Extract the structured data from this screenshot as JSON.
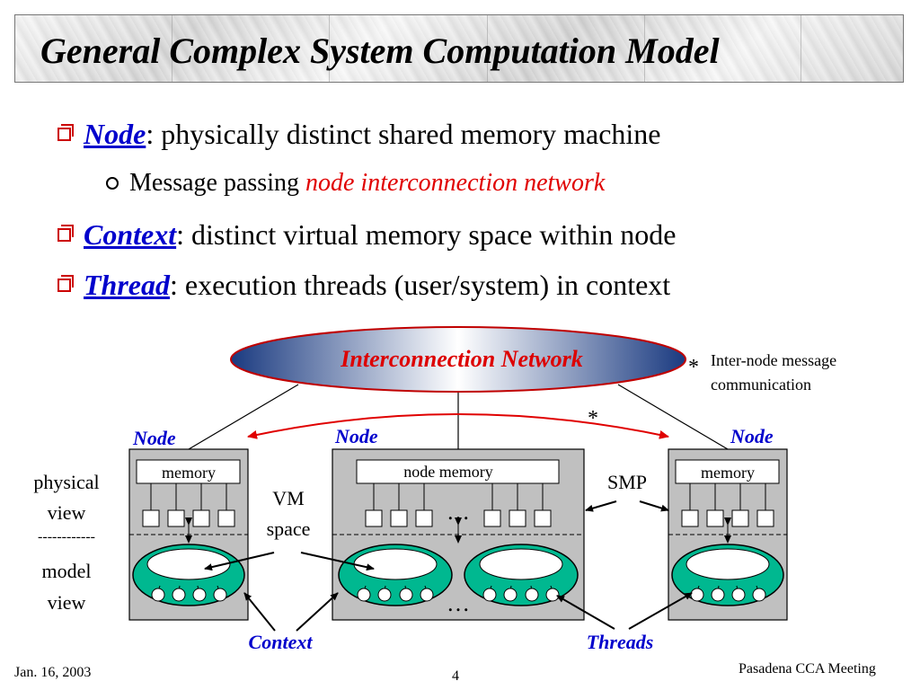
{
  "slide": {
    "title": "General Complex System Computation Model",
    "bullets": [
      {
        "term": "Node",
        "rest": ": physically distinct shared memory machine"
      },
      {
        "term": "Context",
        "rest": ": distinct virtual memory space within node"
      },
      {
        "term": "Thread",
        "rest": ": execution threads (user/system) in context"
      }
    ],
    "sub_bullet": {
      "plain": "Message passing ",
      "highlight": "node interconnection network"
    }
  },
  "diagram": {
    "network_label": "Interconnection Network",
    "star_note_symbol": "*",
    "star_note_text_1": "Inter-node message",
    "star_note_text_2": "communication",
    "arrow_star": "*",
    "node_labels": [
      "Node",
      "Node",
      "Node"
    ],
    "memory_labels": [
      "memory",
      "node memory",
      "memory"
    ],
    "physical_view_1": "physical",
    "physical_view_2": "view",
    "separator": "------------",
    "model_view_1": "model",
    "model_view_2": "view",
    "vm_space_1": "VM",
    "vm_space_2": "space",
    "smp_label": "SMP",
    "ellipsis": "…",
    "context_label": "Context",
    "threads_label": "Threads",
    "colors": {
      "node_box": "#c0c0c0",
      "context_fill": "#00b890",
      "network_dark": "#1a3a80",
      "label_blue": "#0000cc",
      "network_text": "#dd0000"
    }
  },
  "footer": {
    "date": "Jan. 16, 2003",
    "page": "4",
    "meeting": "Pasadena CCA Meeting"
  }
}
